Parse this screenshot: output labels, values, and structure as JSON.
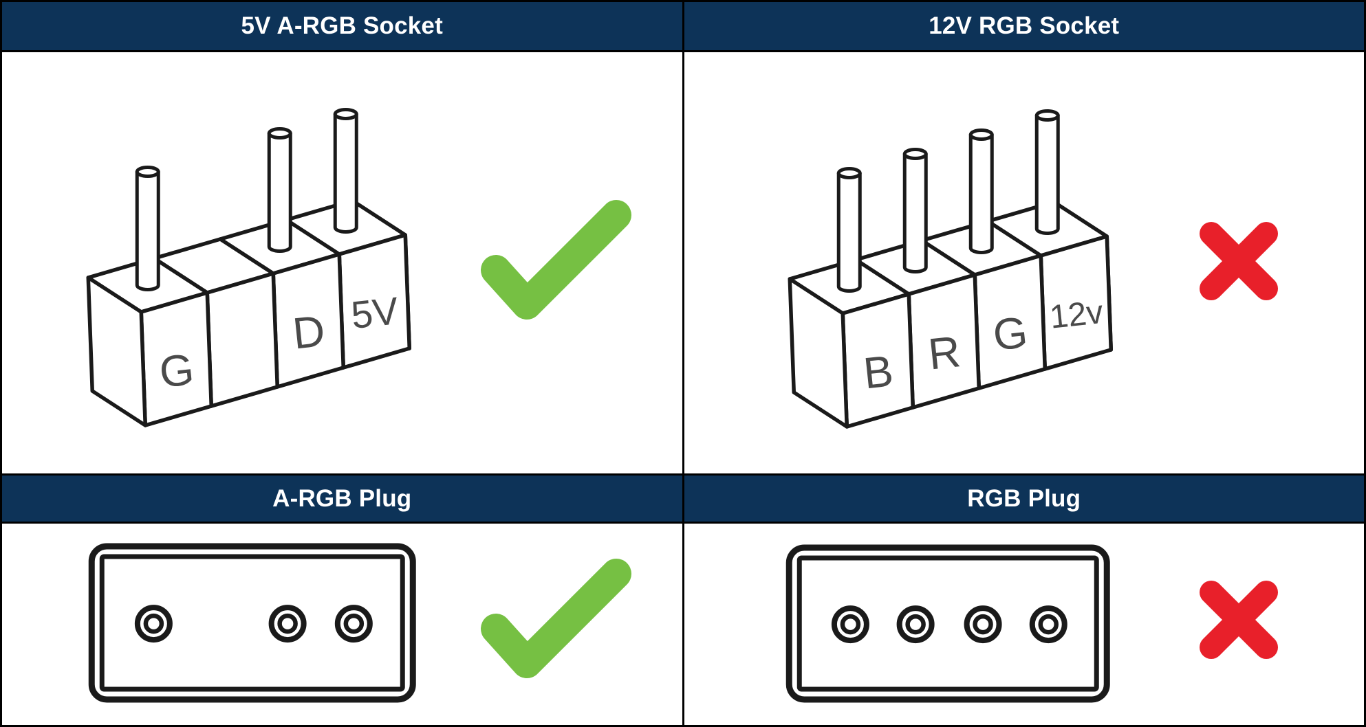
{
  "colors": {
    "header_bg": "#0d3358",
    "header_text": "#ffffff",
    "line": "#1a1a1a",
    "label": "#4a4a4a",
    "check_green": "#76c043",
    "cross_red": "#e8202a",
    "grid_border": "#000000",
    "cell_bg": "#ffffff"
  },
  "cells": {
    "argb_socket": {
      "title": "5V A-RGB Socket",
      "verdict": "check",
      "illustration": "socket",
      "blocks": [
        {
          "label": "G",
          "pin": true
        },
        {
          "label": "",
          "pin": false
        },
        {
          "label": "D",
          "pin": true
        },
        {
          "label": "5V",
          "pin": true
        }
      ]
    },
    "rgb_socket": {
      "title": "12V RGB Socket",
      "verdict": "cross",
      "illustration": "socket",
      "blocks": [
        {
          "label": "B",
          "pin": true
        },
        {
          "label": "R",
          "pin": true
        },
        {
          "label": "G",
          "pin": true
        },
        {
          "label": "12v",
          "pin": true
        }
      ]
    },
    "argb_plug": {
      "title": "A-RGB Plug",
      "verdict": "check",
      "illustration": "plug",
      "holes": [
        true,
        false,
        true,
        true
      ]
    },
    "rgb_plug": {
      "title": "RGB Plug",
      "verdict": "cross",
      "illustration": "plug",
      "holes": [
        true,
        true,
        true,
        true
      ]
    }
  }
}
